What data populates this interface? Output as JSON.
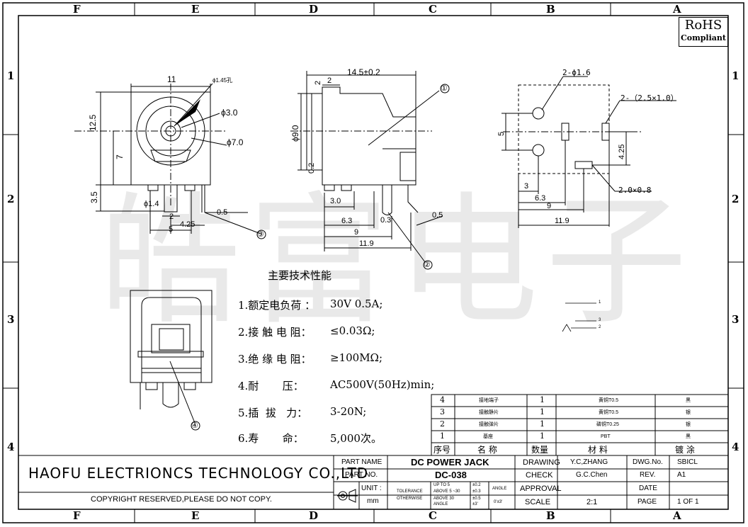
{
  "zones": {
    "top": [
      "F",
      "E",
      "D",
      "C",
      "B",
      "A"
    ],
    "side": [
      "1",
      "2",
      "3",
      "4"
    ]
  },
  "rohs": {
    "title": "RoHS",
    "subtitle": "Compliant"
  },
  "watermark": "皓富电子",
  "front_view": {
    "d1": "ϕ1.45孔",
    "d2": "ϕ3.0",
    "d3": "ϕ7.0",
    "w": "11",
    "h": "12.5",
    "h2": "7",
    "pin": "3.5",
    "d4": "ϕ1.4",
    "p1": "2",
    "p2": "4.25",
    "p3": "5",
    "t": "0.5",
    "callout": "③"
  },
  "side_view": {
    "len": "14.5±0.2",
    "a": "2",
    "b": "2",
    "dia": "ϕ9.0",
    "c": "0.2",
    "p1": "3.0",
    "p2": "6.3",
    "p3": "9",
    "p4": "11.9",
    "t1": "0.3",
    "t2": "0.5",
    "callout1": "①",
    "callout2": "②"
  },
  "pcb_view": {
    "hole": "2-ϕ1.6",
    "slot": "2-（2.5×1.0）",
    "pad": "2.0×0.8",
    "v1": "5",
    "v2": "4.25",
    "h1": "3",
    "h2": "6.3",
    "h3": "9",
    "h4": "11.9"
  },
  "bottom_view": {
    "callout": "④"
  },
  "schematic": {
    "p1": "1",
    "p3": "3",
    "p2": "2"
  },
  "specs": {
    "title": "主要技术性能",
    "items": [
      {
        "label": "1.额定电负荷 ：",
        "value": "30V 0.5A;"
      },
      {
        "label": "2.接 触 电 阻：",
        "value": "≤0.03Ω;"
      },
      {
        "label": "3.绝 缘 电 阻：",
        "value": "≥100MΩ;"
      },
      {
        "label": "4.耐       压：",
        "value": "AC500V(50Hz)min;"
      },
      {
        "label": "5.插  拔   力：",
        "value": "3-20N;"
      },
      {
        "label": "6.寿       命：",
        "value": "5,000次。"
      }
    ]
  },
  "bom": {
    "rows": [
      {
        "no": "4",
        "name": "接地端子",
        "qty": "1",
        "material": "黄铜T0.5",
        "finish": "黑"
      },
      {
        "no": "3",
        "name": "接触静片",
        "qty": "1",
        "material": "黄铜T0.5",
        "finish": "银"
      },
      {
        "no": "2",
        "name": "接触弹片",
        "qty": "1",
        "material": "磷铜T0.25",
        "finish": "银"
      },
      {
        "no": "1",
        "name": "基座",
        "qty": "1",
        "material": "PBT",
        "finish": "黑"
      }
    ],
    "header": {
      "no": "序号",
      "name": "名   称",
      "qty": "数量",
      "material": "材   料",
      "finish": "镀   涂"
    }
  },
  "title_block": {
    "company": "HAOFU ELECTRIONCS TECHNOLOGY CO.,LTD",
    "copyright": "COPYRIGHT RESERVED,PLEASE DO NOT COPY.",
    "part_name_label": "PART NAME",
    "part_name": "DC POWER JACK",
    "part_no_label": "PART NO.",
    "part_no": "DC-038",
    "unit_label": "UNIT :",
    "unit": "mm",
    "tolerance_label": "TOLERANCE",
    "otherwise_label": "OTHERWISE",
    "tol_lines": [
      "UP TO 5",
      "ABOVE 5 ~30",
      "ABOVE 30",
      "ANGLE"
    ],
    "tol_values": [
      "±0.2",
      "±0.3",
      "±0.5",
      "±3'"
    ],
    "angle_label": "ANGLE",
    "angle_value": "0'±3'",
    "drawing_label": "DRAWING",
    "drawing": "Y.C,ZHANG",
    "check_label": "CHECK",
    "check": "G.C.Chen",
    "approval_label": "APPROVAL",
    "approval": "",
    "scale_label": "SCALE",
    "scale": "2:1",
    "dwg_label": "DWG.No.",
    "dwg": "SBICL",
    "rev_label": "REV.",
    "rev": "A1",
    "date_label": "DATE",
    "date": "",
    "page_label": "PAGE",
    "page": "1  OF  1"
  }
}
